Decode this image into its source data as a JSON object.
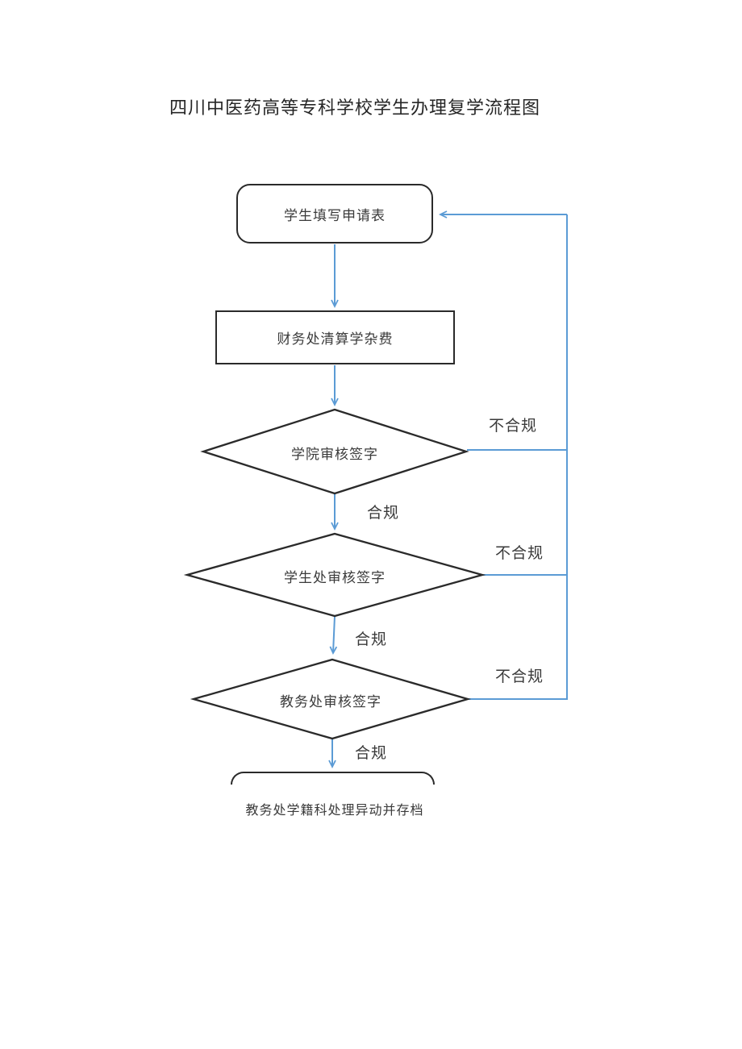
{
  "title": "四川中医药高等专科学校学生办理复学流程图",
  "flowchart": {
    "nodes": {
      "start": {
        "label": "学生填写申请表",
        "type": "rounded-terminator"
      },
      "finance": {
        "label": "财务处清算学杂费",
        "type": "process"
      },
      "college_review": {
        "label": "学院审核签字",
        "type": "decision"
      },
      "student_review": {
        "label": "学生处审核签字",
        "type": "decision"
      },
      "academic_review": {
        "label": "教务处审核签字",
        "type": "decision"
      },
      "archive": {
        "label": "教务处学籍科处理异动并存档",
        "type": "rounded-terminator-cutoff"
      }
    },
    "branch_labels": [
      {
        "id": "college-fail",
        "text": "不合规"
      },
      {
        "id": "college-pass",
        "text": "合规"
      },
      {
        "id": "student-fail",
        "text": "不合规"
      },
      {
        "id": "student-pass",
        "text": "合规"
      },
      {
        "id": "academic-fail",
        "text": "不合规"
      },
      {
        "id": "academic-pass",
        "text": "合规"
      }
    ],
    "edges": [
      {
        "from": "start",
        "to": "finance",
        "label": ""
      },
      {
        "from": "finance",
        "to": "college_review",
        "label": ""
      },
      {
        "from": "college_review",
        "to": "student_review",
        "label": "合规"
      },
      {
        "from": "college_review",
        "to": "start",
        "label": "不合规"
      },
      {
        "from": "student_review",
        "to": "academic_review",
        "label": "合规"
      },
      {
        "from": "student_review",
        "to": "start",
        "label": "不合规"
      },
      {
        "from": "academic_review",
        "to": "archive",
        "label": "合规"
      },
      {
        "from": "academic_review",
        "to": "start",
        "label": "不合规"
      }
    ],
    "colors": {
      "connector_blue": "#5b9bd5",
      "shape_border": "#2a2a2a",
      "text": "#3a3a3a",
      "background": "#ffffff"
    }
  }
}
